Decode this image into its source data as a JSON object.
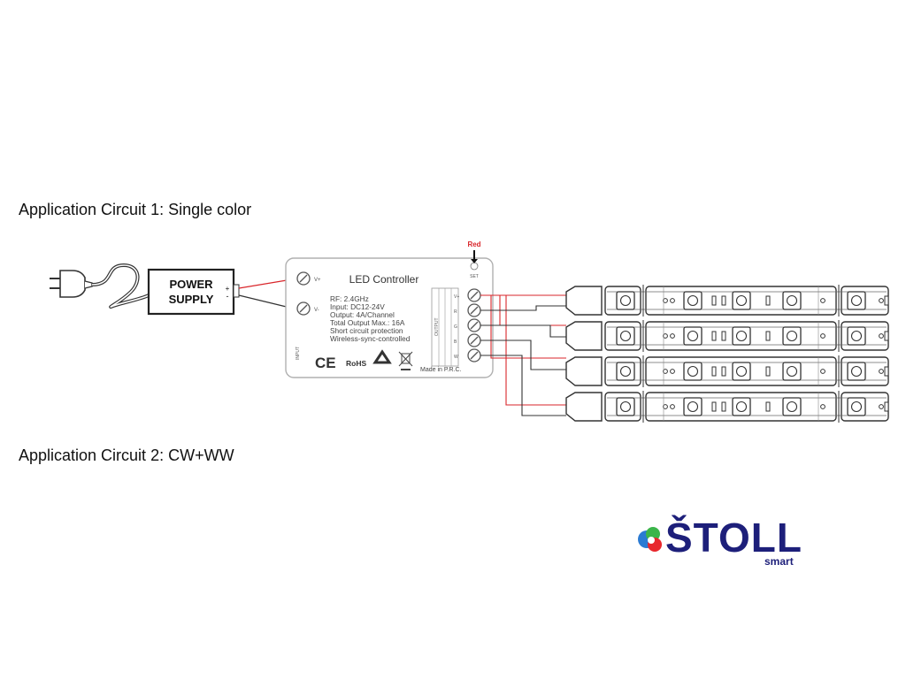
{
  "headings": {
    "circuit1": "Application Circuit 1: Single color",
    "circuit2": "Application Circuit 2: CW+WW"
  },
  "power_supply": {
    "line1": "POWER",
    "line2": "SUPPLY",
    "plus": "+",
    "minus": "-"
  },
  "controller": {
    "title": "LED Controller",
    "specs": [
      "RF: 2.4GHz",
      "Input: DC12-24V",
      "Output: 4A/Channel",
      "Total Output Max.: 16A",
      "Short circuit protection",
      "Wireless-sync-controlled"
    ],
    "vplus": "V+",
    "vminus": "V-",
    "input_label": "INPUT",
    "output_label": "OUTPUT",
    "set_label": "SET",
    "made_in": "Made in P.R.C.",
    "ce": "CE",
    "rohs": "RoHS",
    "terminal_labels": [
      "V+",
      "R",
      "G",
      "B",
      "W"
    ]
  },
  "annotation": {
    "red_label": "Red"
  },
  "colors": {
    "red_wire": "#d9262b",
    "dark_wire": "#333333",
    "logo_blue": "#1d1f7a"
  },
  "logo": {
    "word": "ŠTOLL",
    "sub": "smart"
  }
}
